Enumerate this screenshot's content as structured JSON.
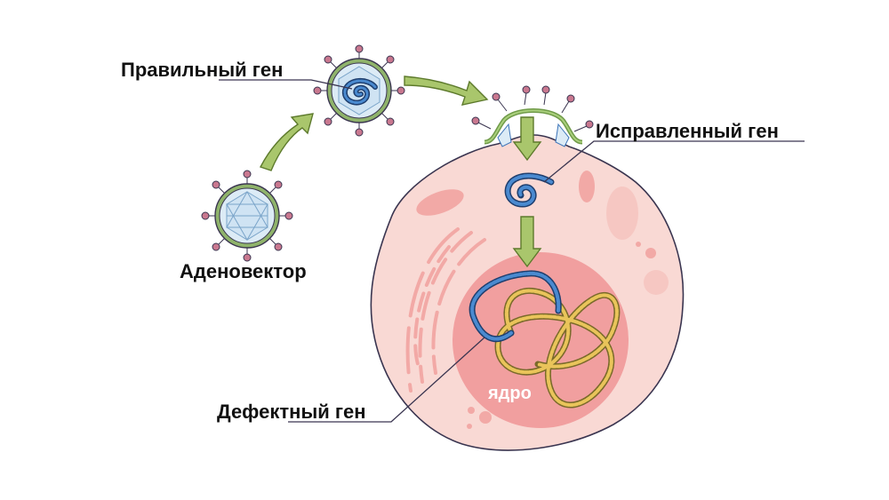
{
  "labels": {
    "correct_gene": "Правильный ген",
    "fixed_gene": "Исправленный ген",
    "adenovector": "Аденовектор",
    "defective_gene": "Дефектный ген",
    "nucleus": "ядро"
  },
  "colors": {
    "cell_fill": "#f9d9d4",
    "cell_outline": "#3a3550",
    "nucleus_fill": "#f19f9f",
    "organelle": "#f2a9a6",
    "arrow_fill": "#a9c66c",
    "arrow_stroke": "#5d7a2c",
    "capsid_fill": "#dcebf6",
    "capsid_ring": "#8fb36b",
    "spike": "#c9788f",
    "gene_blue": "#3a73b8",
    "gene_yellow": "#e9c45a"
  }
}
